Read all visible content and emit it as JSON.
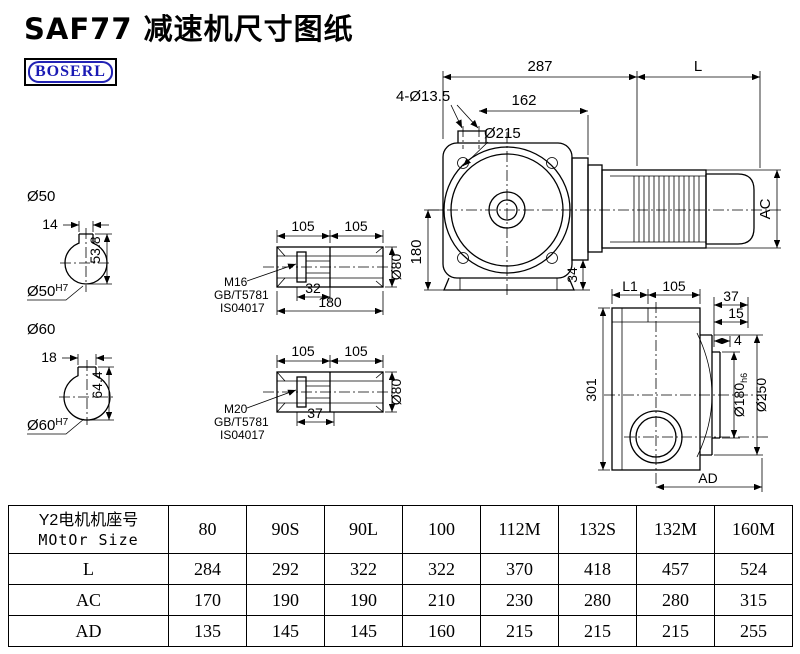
{
  "page": {
    "title": "SAF77 减速机尺寸图纸",
    "logo": "BOSERL"
  },
  "front_view": {
    "dim_width": "287",
    "dim_motor_len": "L",
    "holes": "4-Ø13.5",
    "dim_162": "162",
    "dim_d215": "Ø215",
    "dim_180": "180",
    "dim_34": "34",
    "dim_ac": "AC"
  },
  "shaft50": {
    "label": "Ø50",
    "key_width": "14",
    "key_height": "53.8",
    "bore": "Ø50",
    "bore_tol": "H7"
  },
  "shaft60": {
    "label": "Ø60",
    "key_width": "18",
    "key_height": "64.4",
    "bore": "Ø60",
    "bore_tol": "H7"
  },
  "sleeve_m16": {
    "dim_105a": "105",
    "dim_105b": "105",
    "thread": "M16",
    "std1": "GB/T5781",
    "std2": "IS04017",
    "dim_32": "32",
    "dim_180": "180",
    "dim_d80": "Ø80"
  },
  "sleeve_m20": {
    "dim_105a": "105",
    "dim_105b": "105",
    "thread": "M20",
    "std1": "GB/T5781",
    "std2": "IS04017",
    "dim_37": "37",
    "dim_d80": "Ø80"
  },
  "side_view": {
    "dim_l1": "L1",
    "dim_105": "105",
    "dim_37": "37",
    "dim_15": "15",
    "dim_4": "4",
    "dim_301": "301",
    "dim_d180": "Ø180",
    "dim_d180_tol": "h6",
    "dim_d250": "Ø250",
    "dim_ad": "AD"
  },
  "table": {
    "header_cn": "Y2电机机座号",
    "header_en": "MOtOr Size",
    "columns": [
      "80",
      "90S",
      "90L",
      "100",
      "112M",
      "132S",
      "132M",
      "160M"
    ],
    "rows": [
      {
        "label": "L",
        "values": [
          "284",
          "292",
          "322",
          "322",
          "370",
          "418",
          "457",
          "524"
        ]
      },
      {
        "label": "AC",
        "values": [
          "170",
          "190",
          "190",
          "210",
          "230",
          "280",
          "280",
          "315"
        ]
      },
      {
        "label": "AD",
        "values": [
          "135",
          "145",
          "145",
          "160",
          "215",
          "215",
          "215",
          "255"
        ]
      }
    ]
  }
}
